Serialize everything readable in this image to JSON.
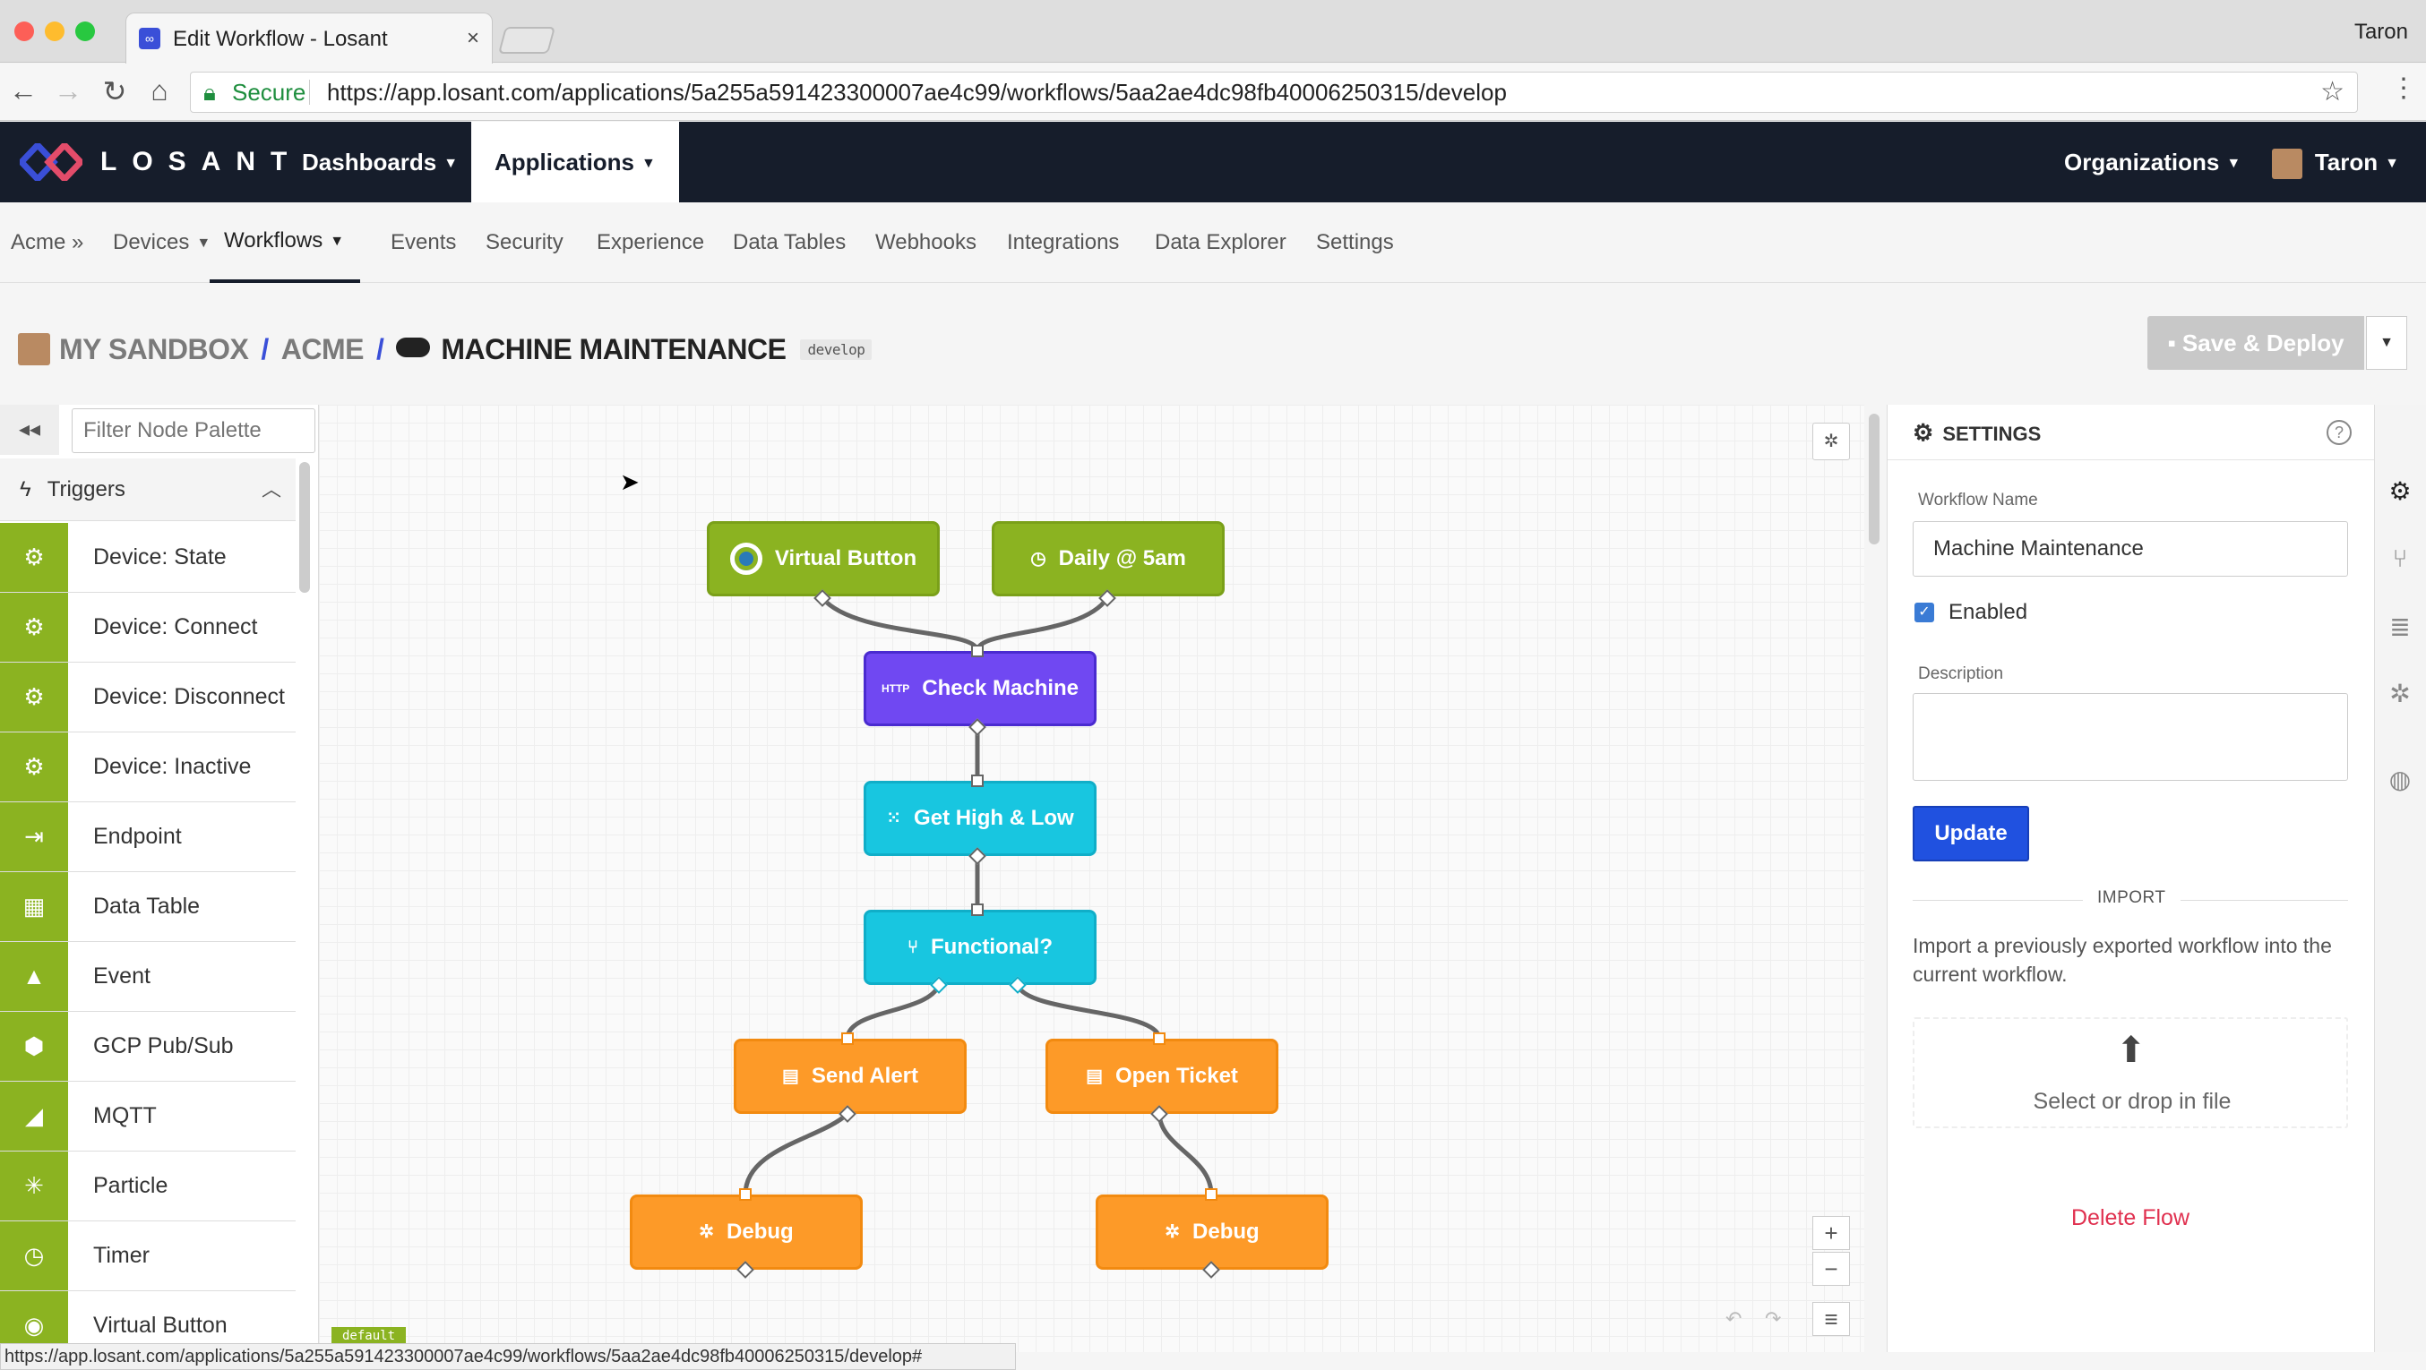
{
  "browser": {
    "tab_title": "Edit Workflow - Losant",
    "tab_close": "×",
    "profile": "Taron",
    "secure_label": "Secure",
    "url": "https://app.losant.com/applications/5a255a591423300007ae4c99/workflows/5aa2ae4dc98fb40006250315/develop",
    "status_url": "https://app.losant.com/applications/5a255a591423300007ae4c99/workflows/5aa2ae4dc98fb40006250315/develop#"
  },
  "header": {
    "brand": "LOSANT",
    "nav": [
      "Dashboards",
      "Applications"
    ],
    "organizations": "Organizations",
    "user": "Taron"
  },
  "subnav": {
    "items": [
      "Acme »",
      "Devices",
      "Workflows",
      "Events",
      "Security",
      "Experience",
      "Data Tables",
      "Webhooks",
      "Integrations",
      "Data Explorer",
      "Settings"
    ]
  },
  "breadcrumb": {
    "sandbox": "MY SANDBOX",
    "sep": "/",
    "app": "ACME",
    "workflow": "MACHINE MAINTENANCE",
    "version": "develop"
  },
  "actions": {
    "save_deploy": "Save & Deploy"
  },
  "palette": {
    "filter_placeholder": "Filter Node Palette",
    "section": "Triggers",
    "nodes": [
      {
        "label": "Device: State",
        "icon": "device-state-icon"
      },
      {
        "label": "Device: Connect",
        "icon": "device-connect-icon"
      },
      {
        "label": "Device: Disconnect",
        "icon": "device-disconnect-icon"
      },
      {
        "label": "Device: Inactive",
        "icon": "device-inactive-icon"
      },
      {
        "label": "Endpoint",
        "icon": "endpoint-icon"
      },
      {
        "label": "Data Table",
        "icon": "data-table-icon"
      },
      {
        "label": "Event",
        "icon": "event-icon"
      },
      {
        "label": "GCP Pub/Sub",
        "icon": "gcp-icon"
      },
      {
        "label": "MQTT",
        "icon": "mqtt-icon"
      },
      {
        "label": "Particle",
        "icon": "particle-icon"
      },
      {
        "label": "Timer",
        "icon": "timer-icon"
      },
      {
        "label": "Virtual Button",
        "icon": "virtual-button-icon"
      }
    ]
  },
  "workflow": {
    "nodes": [
      {
        "id": "virtual-button",
        "label": "Virtual Button",
        "color": "#8bb321",
        "icon": "virtual-button-icon"
      },
      {
        "id": "daily",
        "label": "Daily @ 5am",
        "color": "#8bb321",
        "icon": "timer-icon"
      },
      {
        "id": "check-machine",
        "label": "Check Machine",
        "color": "#7048f2",
        "icon": "http-icon",
        "icon_text": "HTTP"
      },
      {
        "id": "get-high-low",
        "label": "Get High & Low",
        "color": "#18c6e0",
        "icon": "aggregate-icon"
      },
      {
        "id": "functional",
        "label": "Functional?",
        "color": "#18c6e0",
        "icon": "conditional-icon"
      },
      {
        "id": "send-alert",
        "label": "Send Alert",
        "color": "#fd9a28",
        "icon": "message-icon"
      },
      {
        "id": "open-ticket",
        "label": "Open Ticket",
        "color": "#fd9a28",
        "icon": "message-icon"
      },
      {
        "id": "debug-1",
        "label": "Debug",
        "color": "#fd9a28",
        "icon": "debug-icon"
      },
      {
        "id": "debug-2",
        "label": "Debug",
        "color": "#fd9a28",
        "icon": "debug-icon"
      }
    ],
    "default_tag": "default"
  },
  "settings": {
    "title": "SETTINGS",
    "workflow_name_label": "Workflow Name",
    "workflow_name": "Machine Maintenance",
    "enabled_label": "Enabled",
    "enabled": true,
    "description_label": "Description",
    "update": "Update",
    "import_title": "IMPORT",
    "import_desc": "Import a previously exported workflow into the current workflow.",
    "drop_label": "Select or drop in file",
    "delete": "Delete Flow"
  },
  "colors": {
    "header_bg": "#161d2b",
    "trigger_green": "#8bb321",
    "primary_blue": "#2051e0",
    "danger": "#e0304f"
  }
}
